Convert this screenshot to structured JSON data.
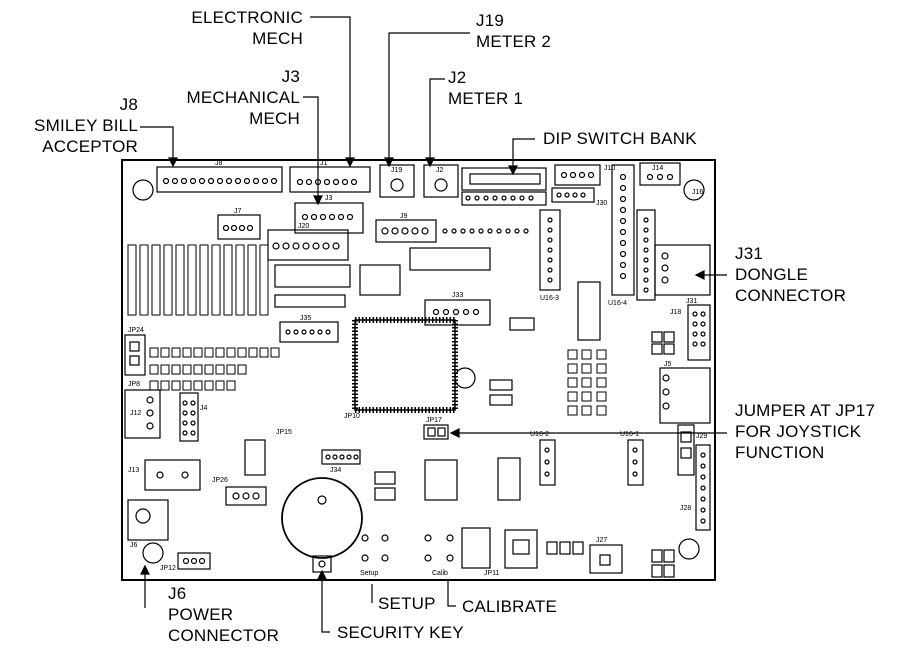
{
  "labels": {
    "electronic_mech": {
      "ref": "",
      "lines": [
        "ELECTRONIC",
        "MECH"
      ]
    },
    "j19": {
      "ref": "J19",
      "lines": [
        "METER 2"
      ]
    },
    "j3": {
      "ref": "J3",
      "lines": [
        "MECHANICAL",
        "MECH"
      ]
    },
    "j2": {
      "ref": "J2",
      "lines": [
        "METER 1"
      ]
    },
    "j8": {
      "ref": "J8",
      "lines": [
        "SMILEY BILL",
        "ACCEPTOR"
      ]
    },
    "dip": {
      "ref": "",
      "lines": [
        "DIP SWITCH BANK"
      ]
    },
    "j31": {
      "ref": "J31",
      "lines": [
        "DONGLE",
        "CONNECTOR"
      ]
    },
    "jp17": {
      "ref": "",
      "lines": [
        "JUMPER AT JP17",
        "FOR JOYSTICK",
        "FUNCTION"
      ]
    },
    "j6": {
      "ref": "J6",
      "lines": [
        "POWER",
        "CONNECTOR"
      ]
    },
    "setup": {
      "ref": "",
      "lines": [
        "SETUP"
      ]
    },
    "calibrate": {
      "ref": "",
      "lines": [
        "CALIBRATE"
      ]
    },
    "security_key": {
      "ref": "",
      "lines": [
        "SECURITY KEY"
      ]
    }
  },
  "silkscreen": {
    "j8": "J8",
    "j1": "J1",
    "j3": "J3",
    "j19": "J19",
    "j2": "J2",
    "j14": "J14",
    "j7": "J7",
    "j20": "J20",
    "j9": "J9",
    "j33": "J33",
    "j35": "J35",
    "j31": "J31",
    "j18": "J18",
    "j5": "J5",
    "j4": "J4",
    "j12": "J12",
    "j13": "J13",
    "j6": "J6",
    "j34": "J34",
    "j27": "J27",
    "jp8": "JP8",
    "jp24": "JP24",
    "jp10": "JP10",
    "jp17": "JP17",
    "jp12": "JP12",
    "jp11": "JP11",
    "jp26": "JP26",
    "jp15": "JP15",
    "u16_3": "U16-3",
    "u16_4": "U16-4",
    "u16_2": "U16-2",
    "u16_1": "U16-1",
    "j16": "J16",
    "j10": "J10",
    "j29": "J29",
    "j30": "J30",
    "j28": "J28",
    "sw_setup": "Setup",
    "sw_calib": "Calib"
  }
}
